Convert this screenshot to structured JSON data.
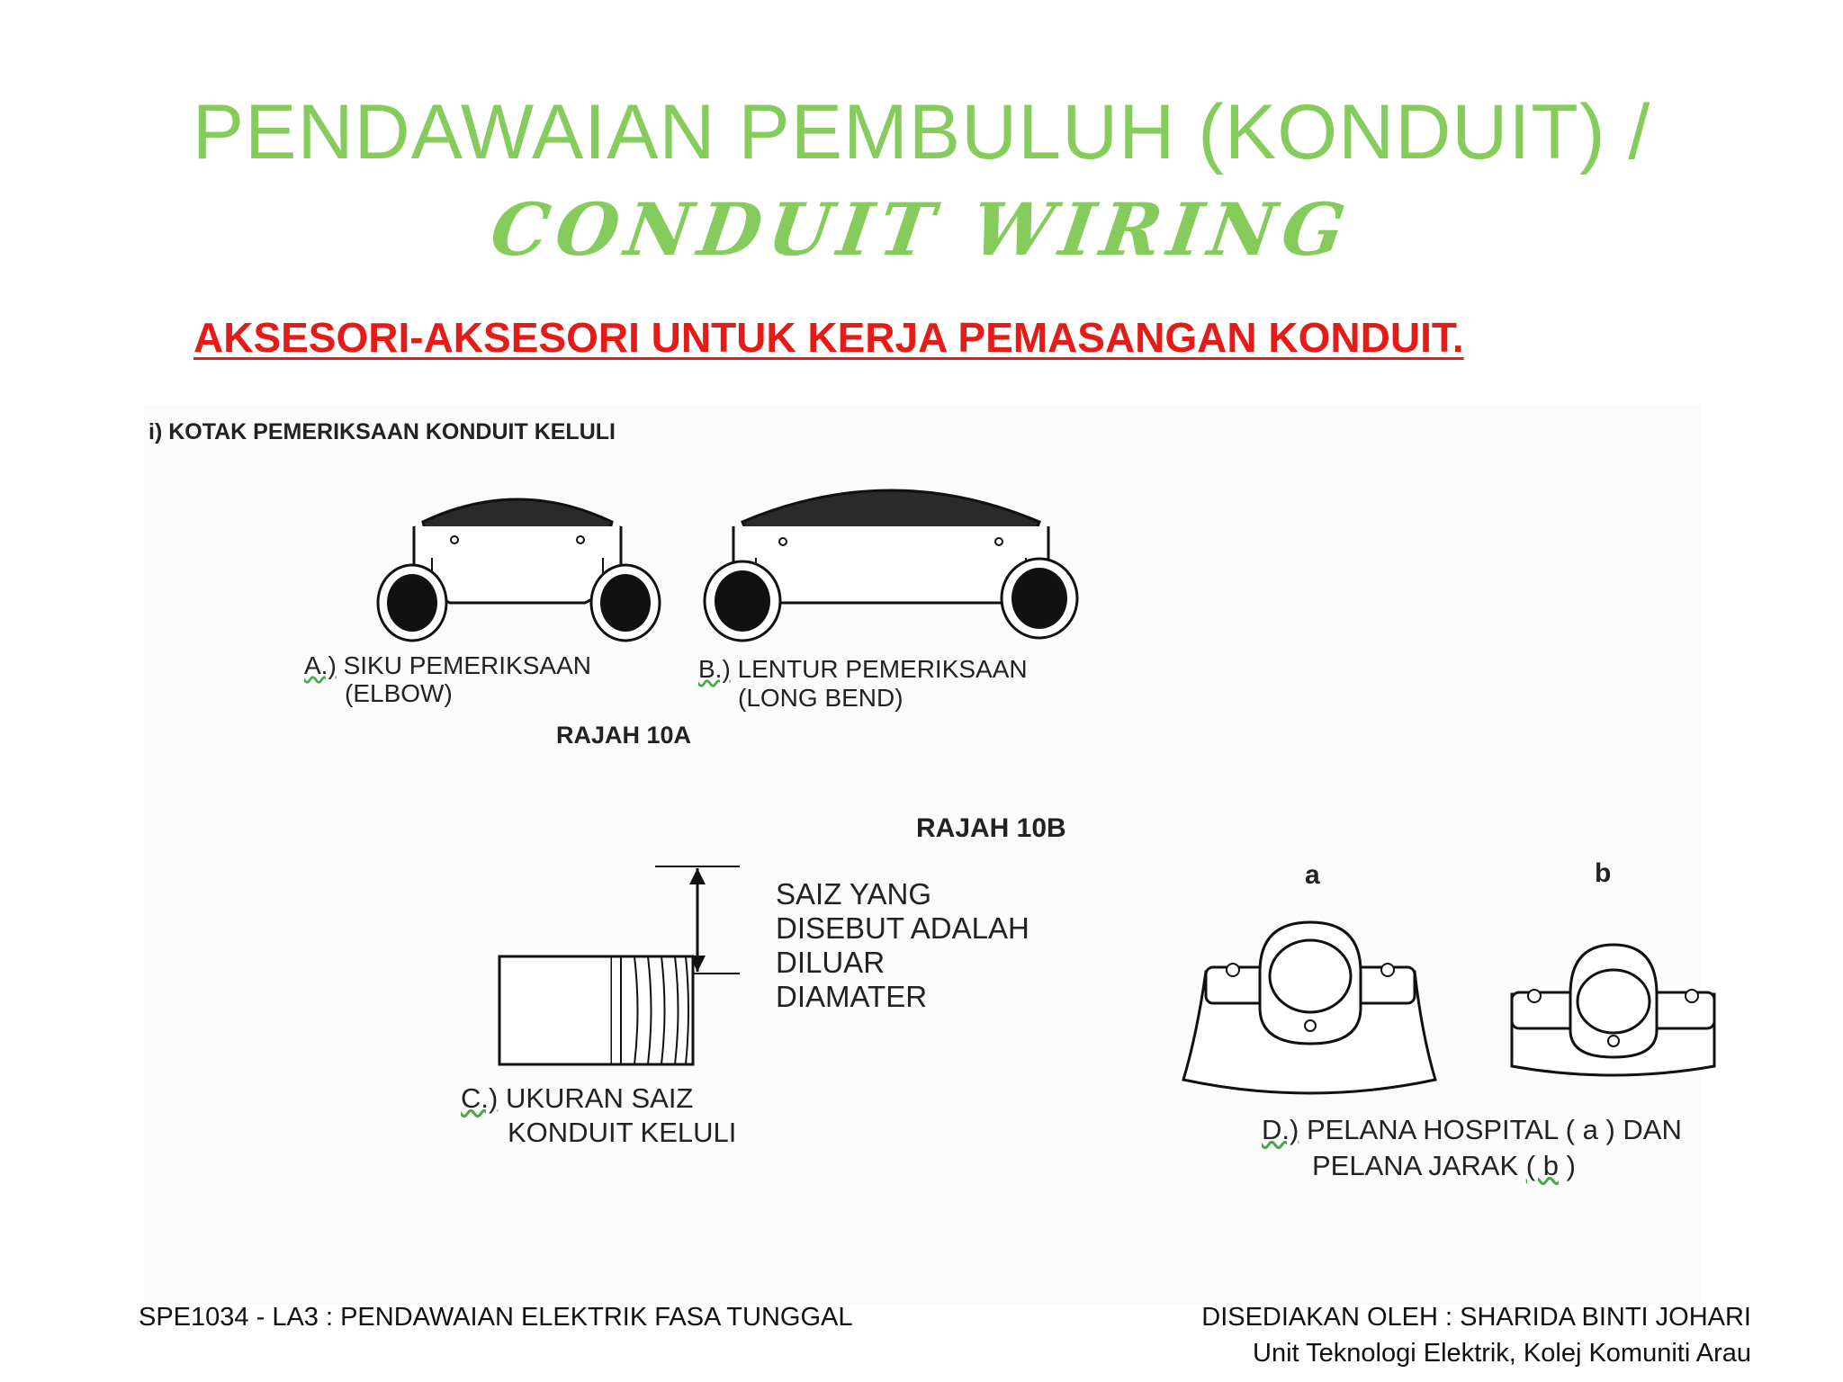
{
  "slide": {
    "title_line1": "PENDAWAIAN PEMBULUH (KONDUIT) /",
    "title_line2": "CONDUIT WIRING",
    "subheading": "AKSESORI-AKSESORI UNTUK KERJA PEMASANGAN KONDUIT."
  },
  "figure": {
    "section_label": "i) KOTAK PEMERIKSAAN KONDUIT KELULI",
    "item_a": {
      "prefix": "A.)",
      "line1": "SIKU PEMERIKSAAN",
      "line2": "(ELBOW)"
    },
    "item_b": {
      "prefix": "B.)",
      "line1": "LENTUR PEMERIKSAAN",
      "line2": "(LONG BEND)"
    },
    "rajah_10a": "RAJAH 10A",
    "rajah_10b": "RAJAH 10B",
    "size_note": [
      "SAIZ YANG",
      "DISEBUT ADALAH",
      "DILUAR",
      "DIAMATER"
    ],
    "item_c": {
      "prefix": "C.)",
      "line1": "UKURAN SAIZ",
      "line2": "KONDUIT KELULI"
    },
    "saddle_a_label": "a",
    "saddle_b_label": "b",
    "item_d": {
      "prefix": "D.)",
      "line1": "PELANA HOSPITAL ( a ) DAN",
      "line2_pre": "PELANA JARAK ",
      "line2_mid": "( b",
      "line2_post": " )"
    }
  },
  "footer": {
    "left": "SPE1034 - LA3 : PENDAWAIAN ELEKTRIK FASA TUNGGAL",
    "right_line1": "DISEDIAKAN OLEH : SHARIDA BINTI JOHARI",
    "right_line2": "Unit Teknologi Elektrik, Kolej Komuniti Arau"
  },
  "colors": {
    "title_green": "#86cc5c",
    "subheading_red": "#e41b17",
    "spellcheck_underline": "#4aa84a"
  }
}
